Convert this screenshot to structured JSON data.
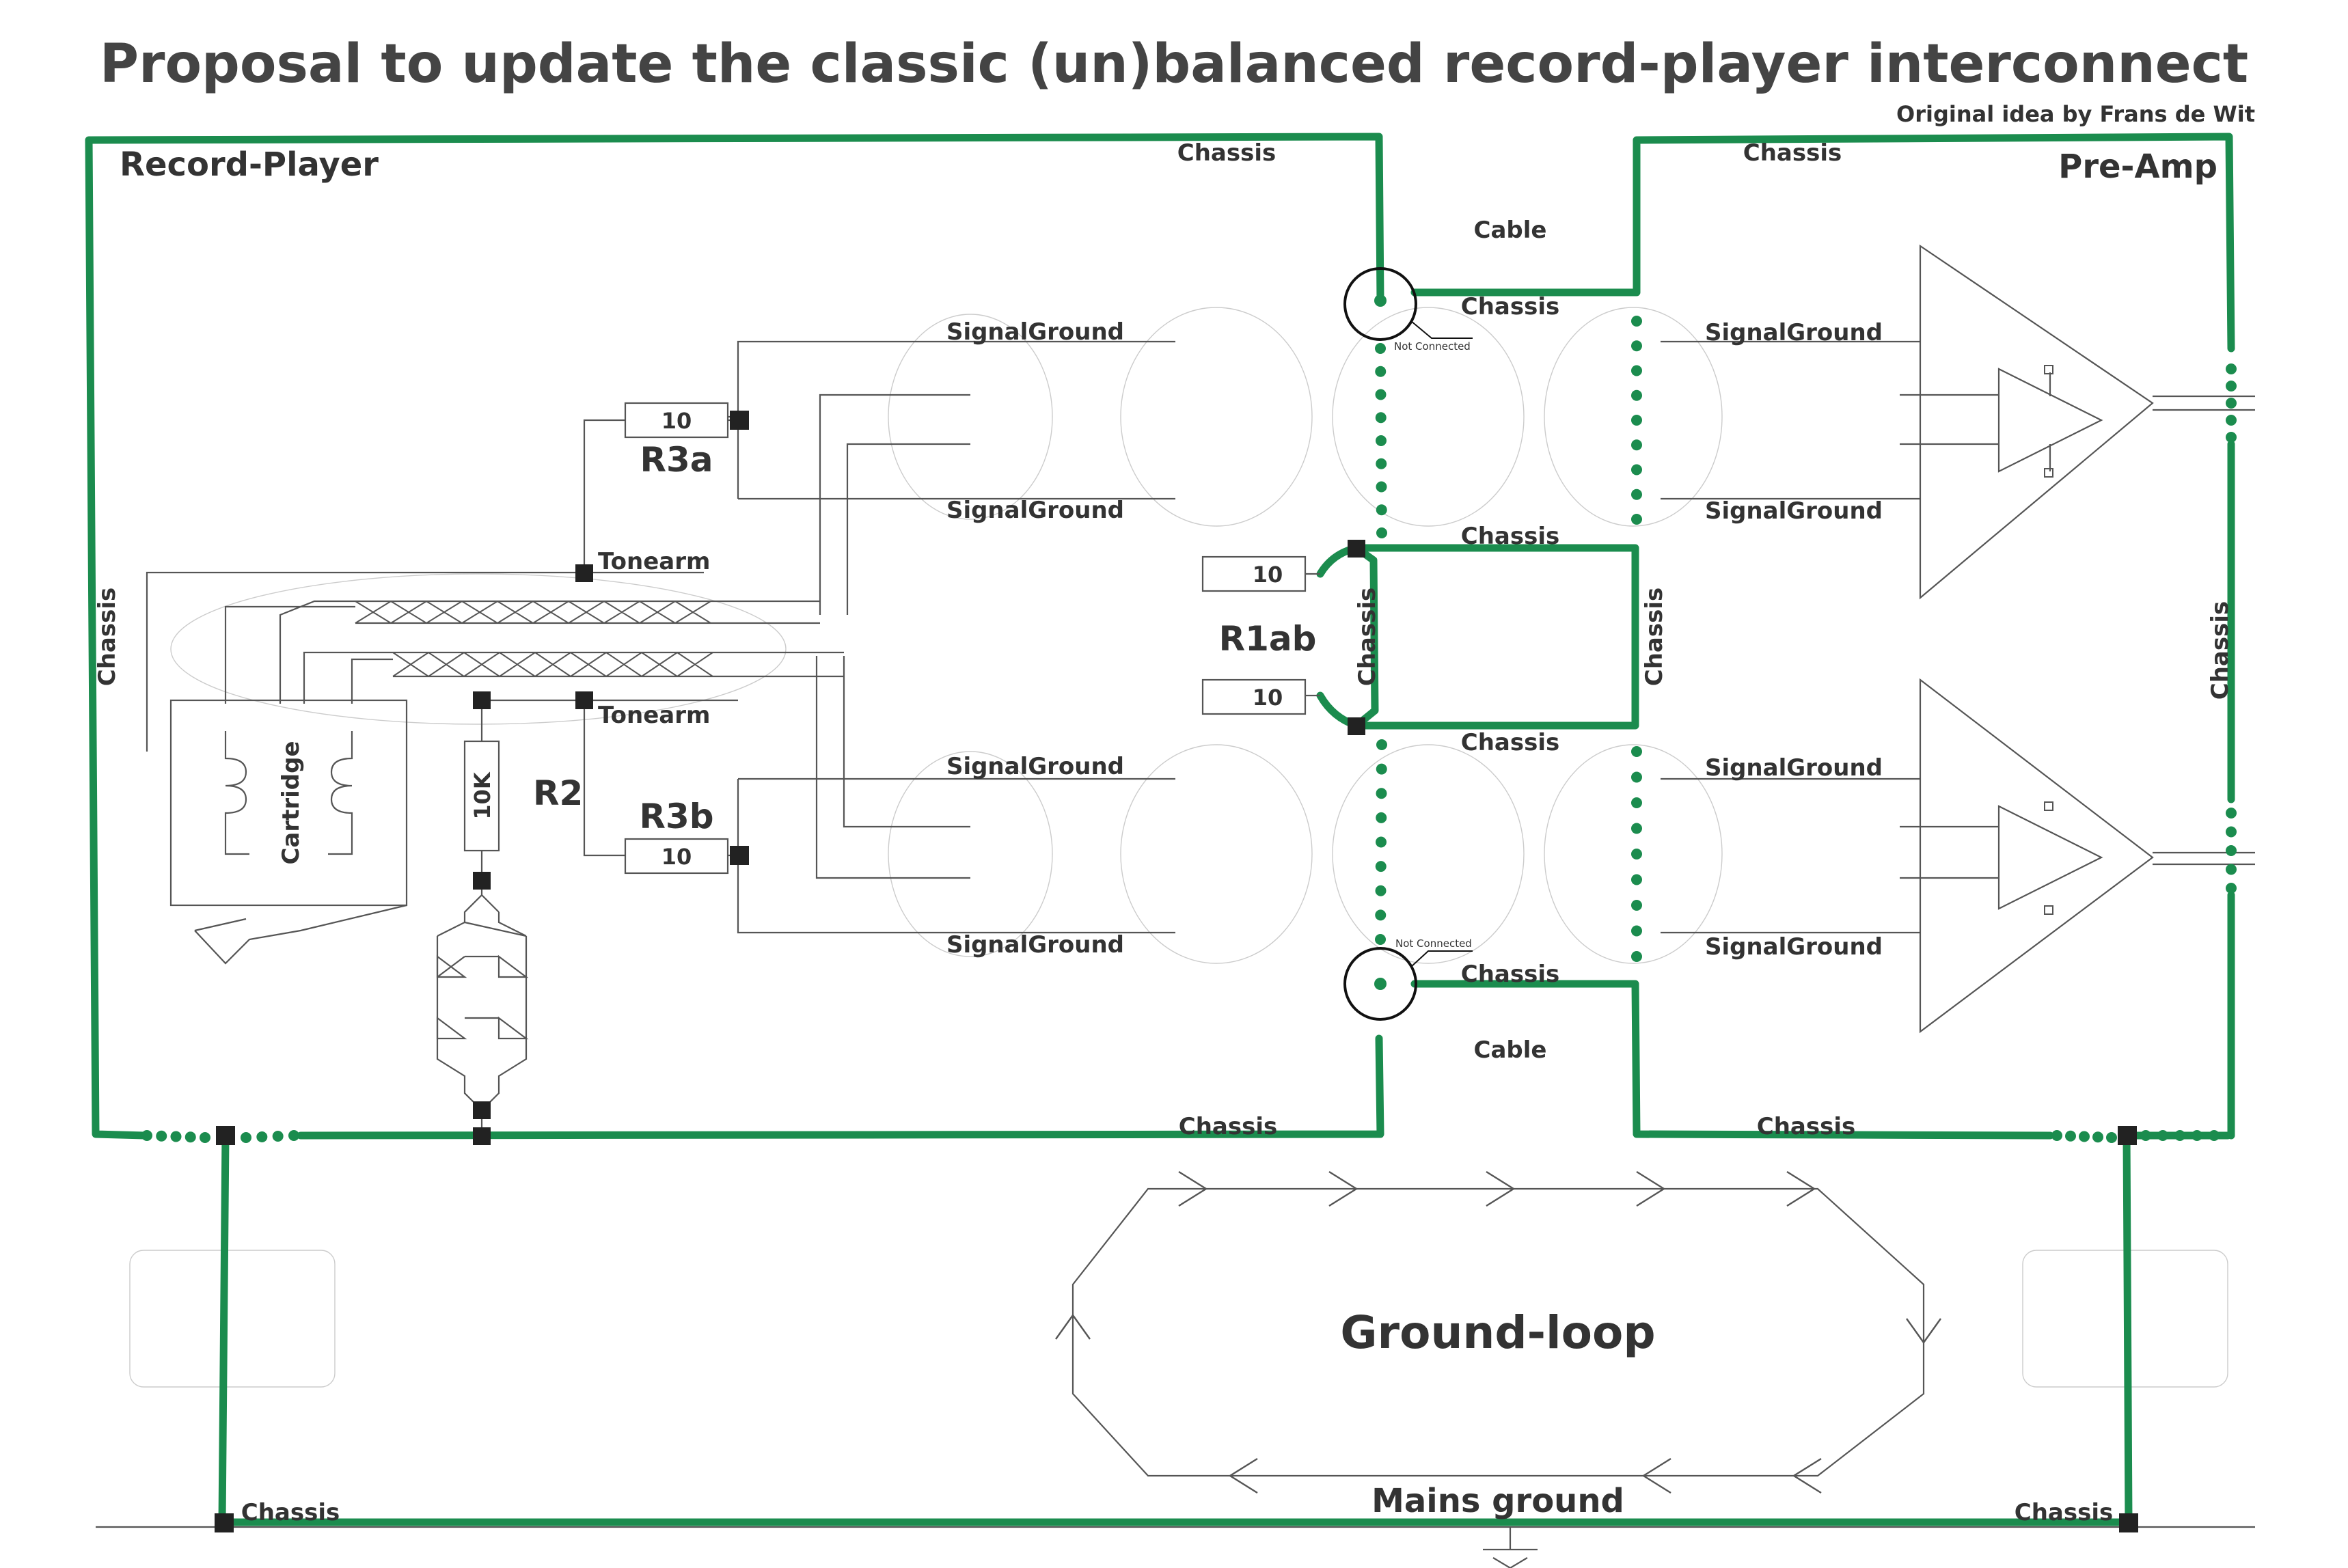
{
  "title": "Proposal to update the classic (un)balanced record-player interconnect",
  "credit": "Original idea by Frans de Wit",
  "boxes": {
    "record_player": "Record-Player",
    "pre_amp": "Pre-Amp"
  },
  "labels": {
    "chassis": "Chassis",
    "cable": "Cable",
    "signal_ground": "SignalGround",
    "tonearm": "Tonearm",
    "cartridge": "Cartridge",
    "not_connected": "Not Connected",
    "ground_loop": "Ground-loop",
    "mains_ground": "Mains ground"
  },
  "resistors": {
    "r3a": {
      "name": "R3a",
      "value": "10"
    },
    "r3b": {
      "name": "R3b",
      "value": "10"
    },
    "r2": {
      "name": "R2",
      "value": "10K"
    },
    "r1a": {
      "value": "10"
    },
    "r1b": {
      "value": "10"
    },
    "r1ab": {
      "name": "R1ab"
    }
  },
  "colors": {
    "chassis": "#1b8c4e",
    "wire": "#555555",
    "faint": "#cccccc",
    "node": "#222222",
    "text": "#333333"
  }
}
